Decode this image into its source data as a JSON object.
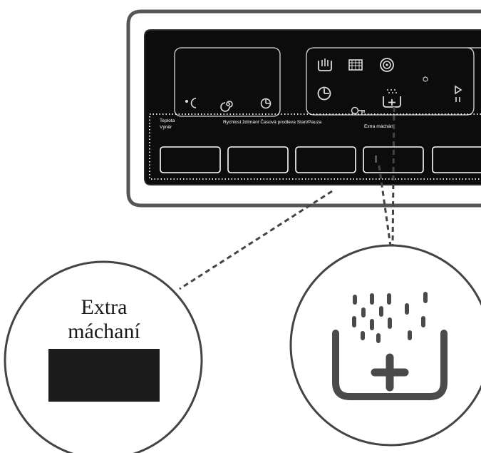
{
  "panel": {
    "labels": {
      "teplota": "Teplota",
      "vyner": "Výněr",
      "spin_and_delay": "Rychlost ždímání Časová prodleva Start/Pauza",
      "extra_rinse": "Extra máchání"
    },
    "buttons": [
      "teplota-vyner",
      "rychlost-zdimani",
      "casova-prodleva",
      "extra-machani",
      "start-pauza"
    ],
    "display_icons": [
      "temperature-icon",
      "spiral-icon",
      "timer-icon"
    ],
    "program_icons": [
      "wash-tub-icon",
      "pre-wash-icon",
      "spin-spiral-icon",
      "indicator-dot-icon",
      "clock-icon",
      "key-lock-icon",
      "extra-rinse-icon",
      "start-pause-icon"
    ]
  },
  "zoom_left": {
    "label_line1": "Extra",
    "label_line2": "máchaní"
  },
  "zoom_right": {
    "icon": "extra-rinse-icon"
  },
  "colors": {
    "panel_frame": "#555555",
    "panel_face": "#0c0c0c",
    "line": "#ffffff",
    "zoom_outline": "#444444",
    "icon_gray": "#4a4a4a"
  }
}
